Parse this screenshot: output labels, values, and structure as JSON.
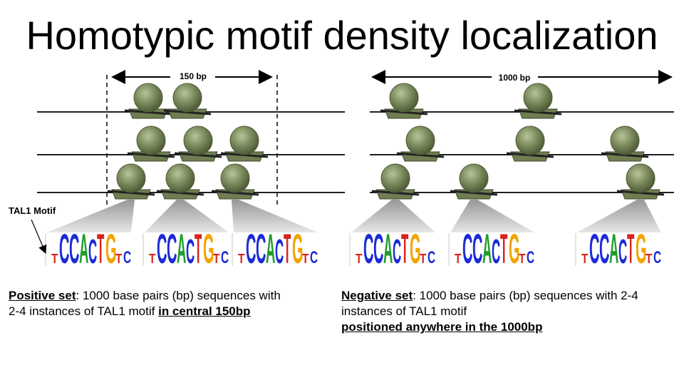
{
  "title": "Homotypic motif density localization",
  "left_panel": {
    "width_label": "150 bp",
    "motif_pointer_label": "TAL1 Motif"
  },
  "right_panel": {
    "width_label": "1000 bp"
  },
  "logo_letters": [
    "T",
    "C",
    "C",
    "A",
    "C",
    "T",
    "G",
    "T",
    "C"
  ],
  "colors": {
    "C": "#1b2bd6",
    "A": "#1f9e2a",
    "G": "#f2a400",
    "T": "#d9241c",
    "nucleosome": "#7a8a5c",
    "nucleosome_dark": "#4f5b37"
  },
  "captions": {
    "positive": {
      "label": "Positive set",
      "rest1": ": 1000 base pairs (bp) sequences with 2-4 instances of TAL1 motif ",
      "emph": "in central 150bp"
    },
    "negative": {
      "label": "Negative set",
      "rest1": ": 1000 base pairs (bp) sequences with 2-4 instances of TAL1 motif",
      "emph": "positioned anywhere in the 1000bp"
    }
  }
}
